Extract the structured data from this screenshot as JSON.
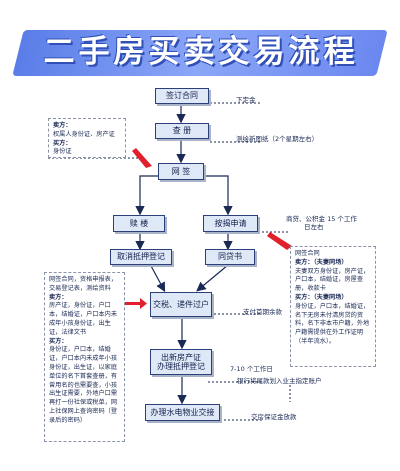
{
  "title": "二手房买卖交易流程",
  "steps": {
    "sign_contract": "签订合同",
    "check_title": "查 册",
    "online_sign": "网 签",
    "redemption": "赎 楼",
    "mortgage_apply": "按揭申请",
    "cancel_mortgage": "取消抵押登记",
    "approval_letter": "同贷书",
    "tax_transfer": "交税、递件过户",
    "issue_cert": "出新房产证办理抵押登记",
    "issue_cert_line1": "出新房产证",
    "issue_cert_line2": "办理抵押登记",
    "handover": "办理水电物业交接"
  },
  "annotations": {
    "deposit": "下定金",
    "survey": "测绘新图纸（2个星期左右）",
    "loan_days": "商贷、公积金15个工作日左右",
    "loan_days_line1": "商贷、公积金 15 个工作",
    "loan_days_line2": "日左右",
    "pay_down": "支付首期余款",
    "workdays": "7-10 个工作日",
    "bank_release": "银行将尾款划入业主指定账户",
    "pay_deposit": "交房保证金放款"
  },
  "notes": {
    "check": {
      "seller_label": "卖方：",
      "seller_text": "权属人身份证、房产证",
      "buyer_label": "买方：",
      "buyer_text": "身份证"
    },
    "loan": {
      "title": "网签合同",
      "seller_label": "卖方：（夫妻同场）",
      "seller_text": "夫妻双方身份证，房产证，户口本，结婚证，房屋查册，收款卡",
      "buyer_label": "买方：（夫妻同场）",
      "buyer_text": "身份证，户口本，结婚证，名下无房未付清房贷的资料，名下非本市户籍，外地户籍需提供在外工作证明（半年流水）。"
    },
    "tax": {
      "intro": "网签合同，资格申报表，交易登记表，测绘资料",
      "seller_label": "卖方：",
      "seller_text": "房产证，身份证，户口本，结婚证，户口本内未成年小孩身份证，出生证，法律文书",
      "buyer_label": "买方：",
      "buyer_text": "身份证，户口本，结婚证，户口本内未成年小孩身份证，出生证，以家庭单位的名下首套查册，有曾用名的也需要查，小孩出生证需要，外地户口需再打一份社保或税单，网上社保网上查询密码（登录后的密码）"
    }
  }
}
